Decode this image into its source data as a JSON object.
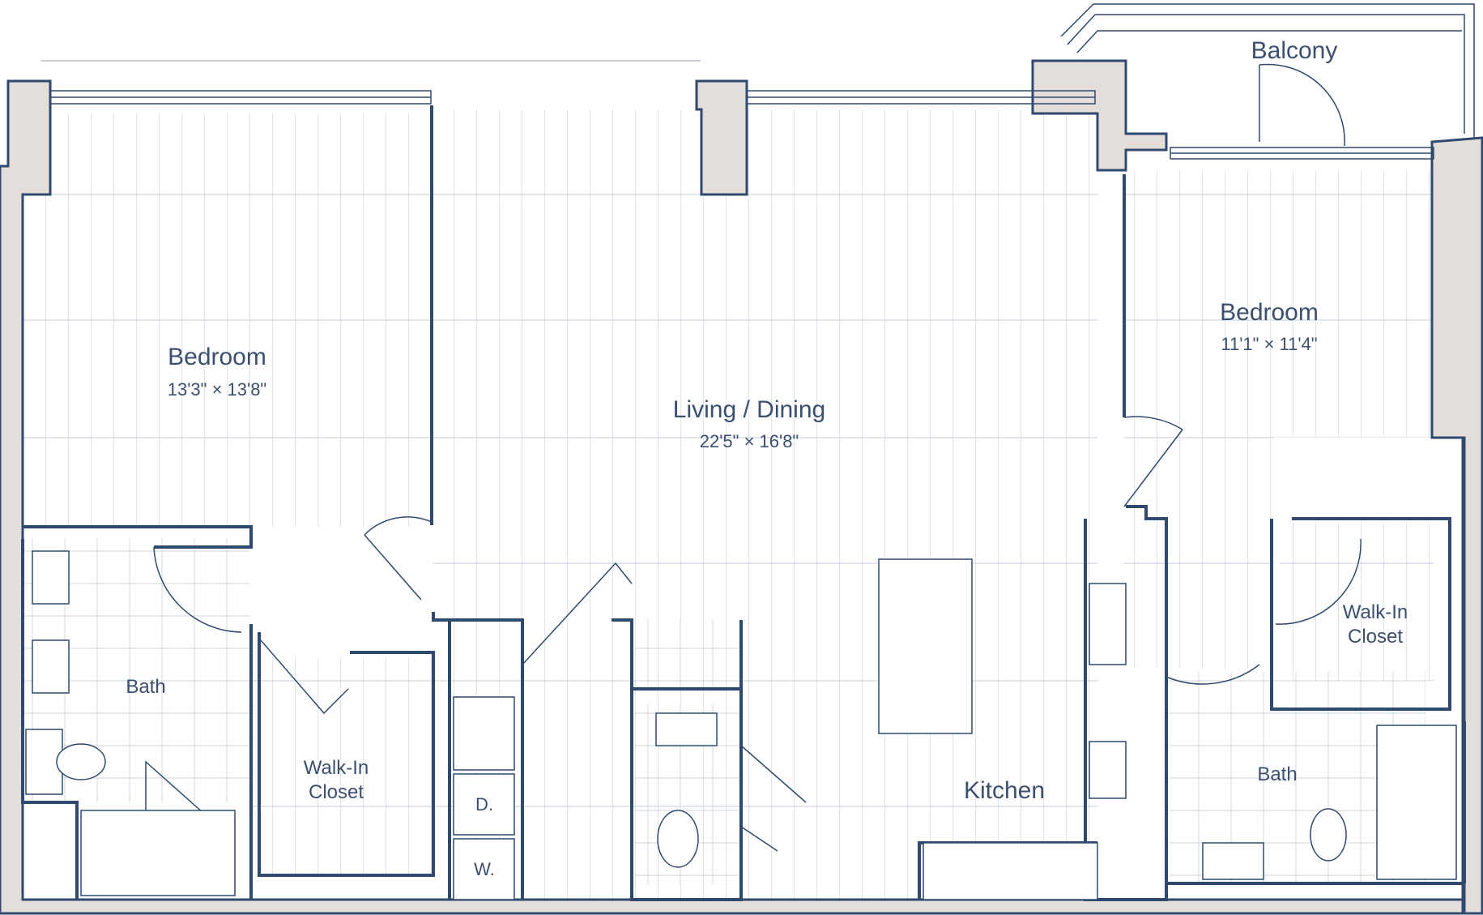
{
  "rooms": {
    "bedroom_left": {
      "name": "Bedroom",
      "dims": "13'3\" × 13'8\""
    },
    "living_dining": {
      "name": "Living / Dining",
      "dims": "22'5\" × 16'8\""
    },
    "bedroom_right": {
      "name": "Bedroom",
      "dims": "11'1\" × 11'4\""
    },
    "balcony": {
      "name": "Balcony"
    },
    "bath_left": {
      "name": "Bath"
    },
    "bath_right": {
      "name": "Bath"
    },
    "walkin_left": {
      "line1": "Walk-In",
      "line2": "Closet"
    },
    "walkin_right": {
      "line1": "Walk-In",
      "line2": "Closet"
    },
    "kitchen": {
      "name": "Kitchen"
    }
  },
  "appliances": {
    "dryer": "D.",
    "washer": "W."
  },
  "colors": {
    "wall_fill": "#e4dedb",
    "wall_stroke": "#2f4a6e",
    "floor_line": "#b7c1cf",
    "label": "#3b4f6e"
  }
}
